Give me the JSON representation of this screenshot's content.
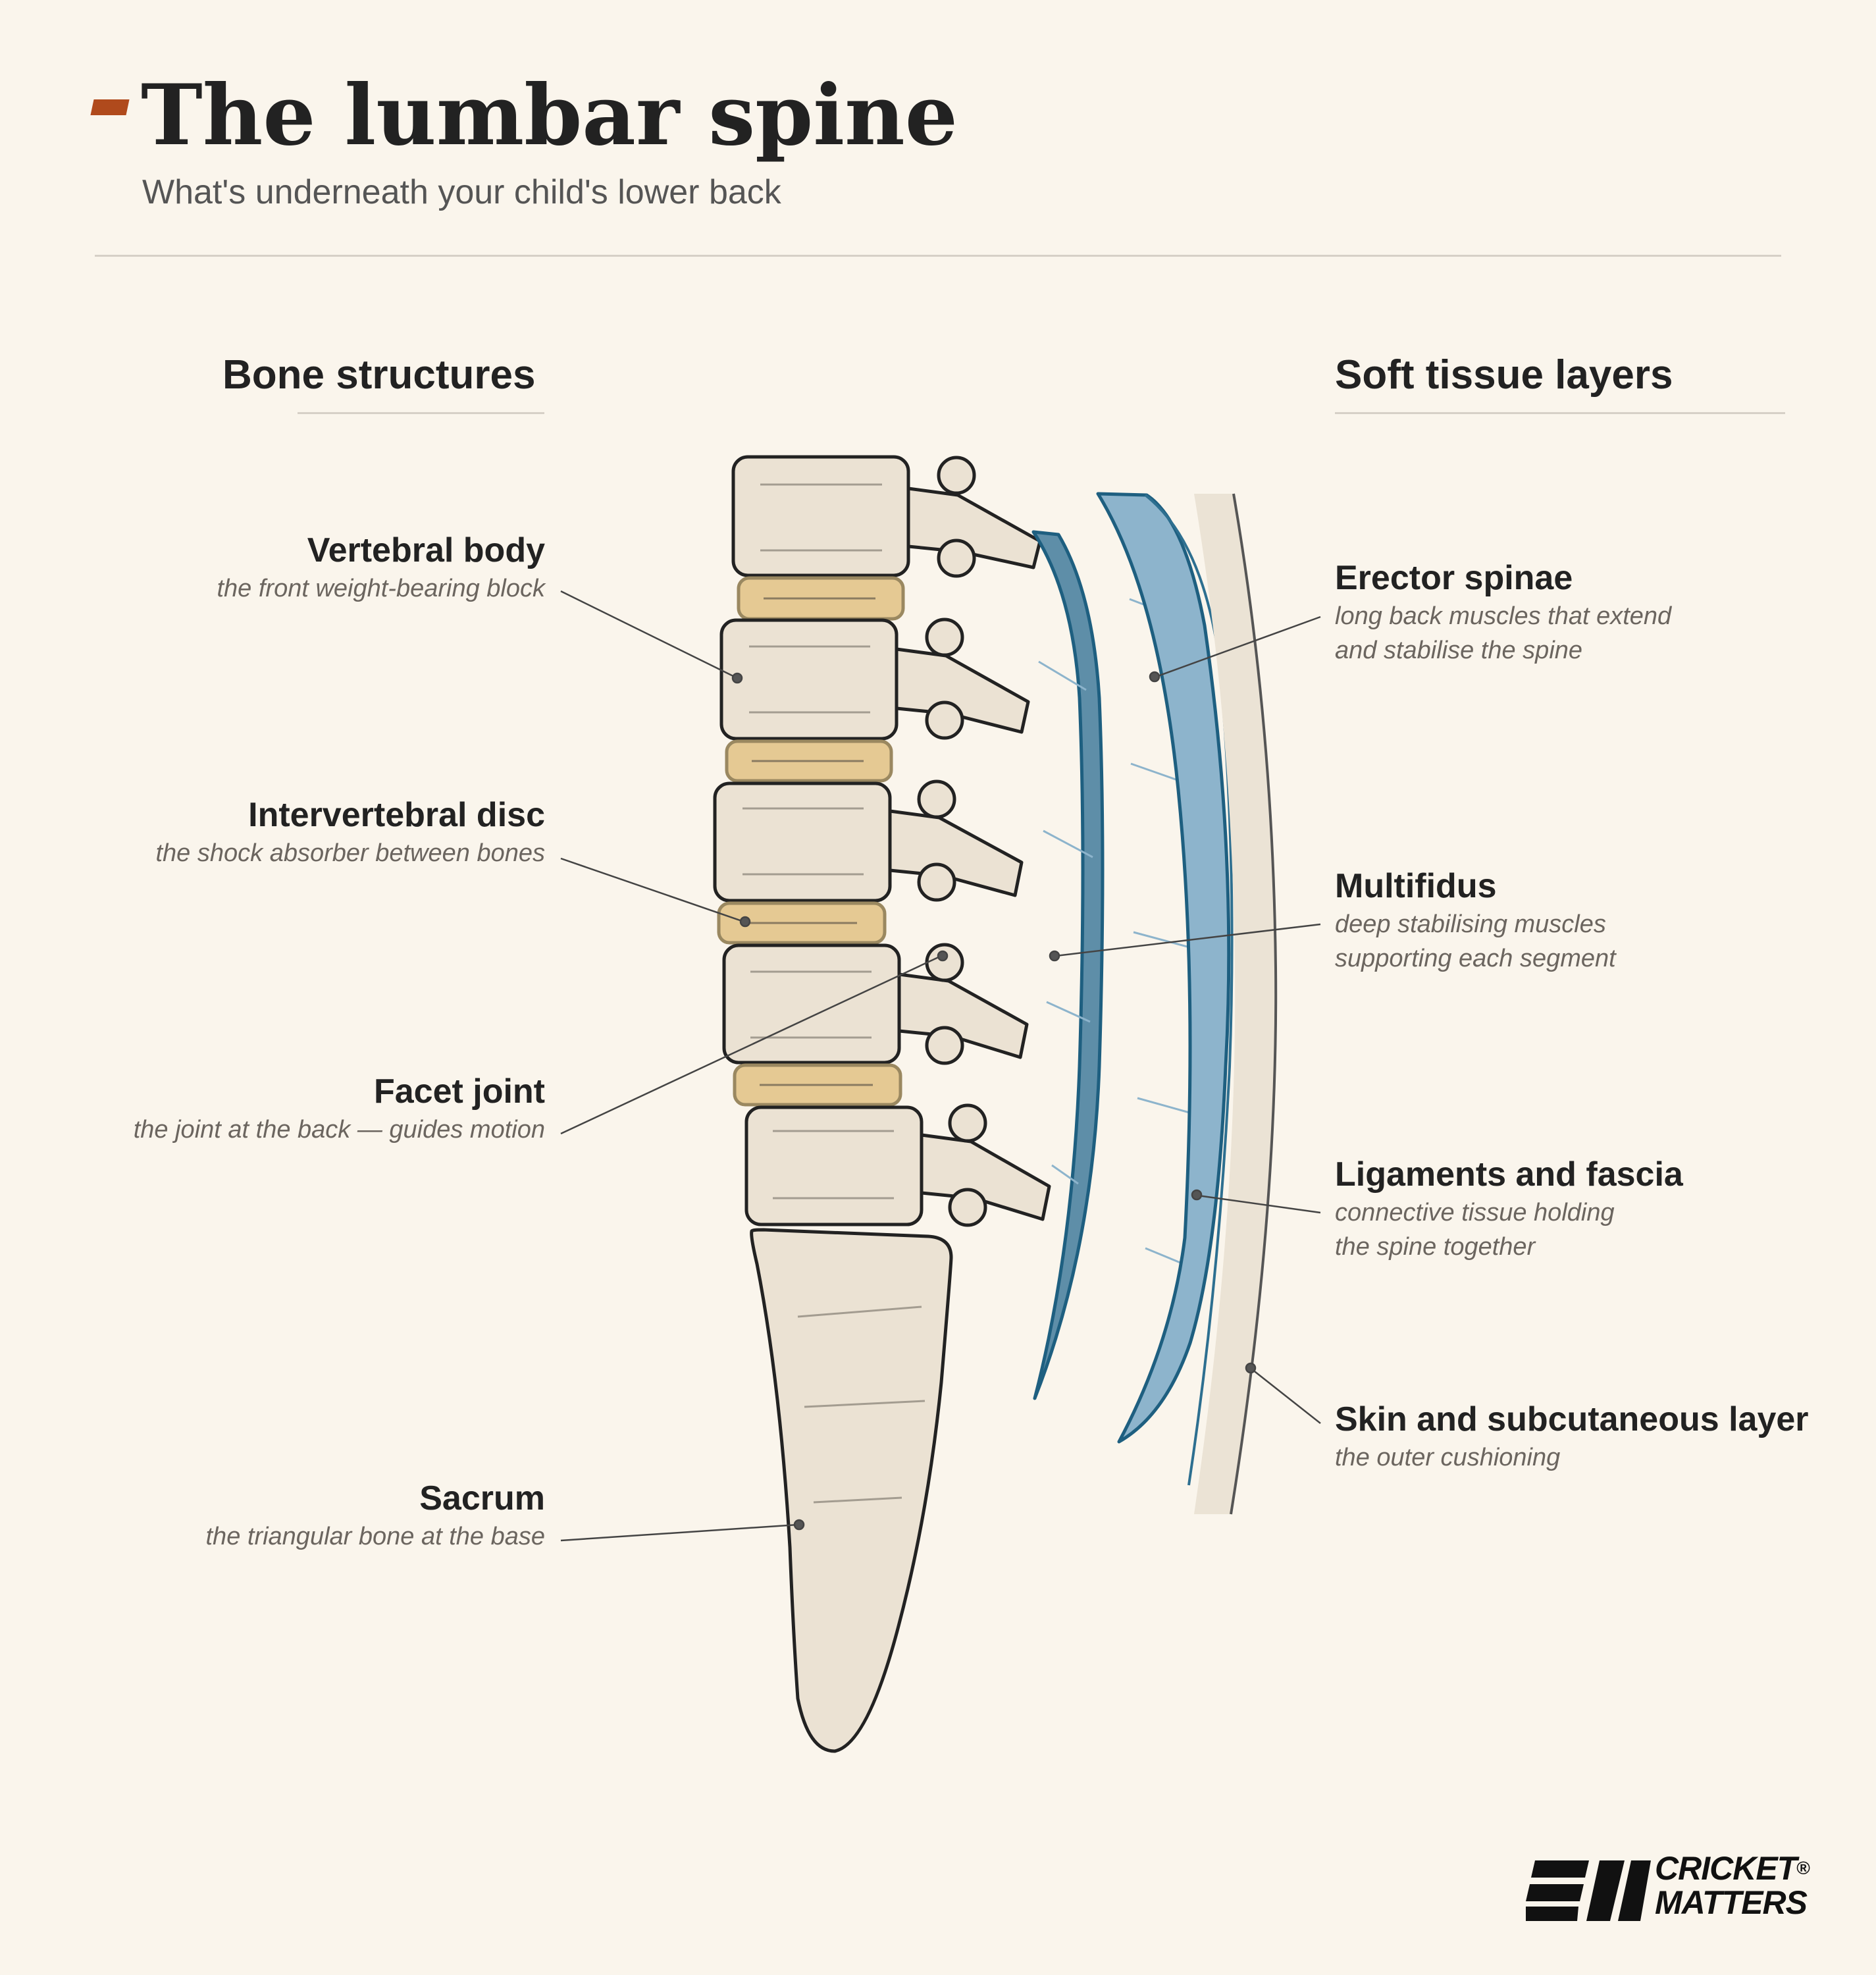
{
  "header": {
    "title": "The lumbar spine",
    "subtitle": "What's underneath your child's lower back"
  },
  "sections": {
    "bone": "Bone structures",
    "soft": "Soft tissue layers"
  },
  "bone_labels": [
    {
      "name": "Vertebral body",
      "desc": "the front weight-bearing block"
    },
    {
      "name": "Intervertebral disc",
      "desc": "the shock absorber between bones"
    },
    {
      "name": "Facet joint",
      "desc": "the joint at the back — guides motion"
    },
    {
      "name": "Sacrum",
      "desc": "the triangular bone at the base"
    }
  ],
  "soft_labels": [
    {
      "name": "Erector spinae",
      "desc1": "long back muscles that extend",
      "desc2": "and stabilise the spine"
    },
    {
      "name": "Multifidus",
      "desc1": "deep stabilising muscles",
      "desc2": "supporting each segment"
    },
    {
      "name": "Ligaments and fascia",
      "desc1": "connective tissue holding",
      "desc2": "the spine together"
    },
    {
      "name": "Skin and subcutaneous layer",
      "desc1": "the outer cushioning"
    }
  ],
  "logo": {
    "line1": "CRICKET",
    "line2": "MATTERS",
    "reg": "®"
  },
  "colors": {
    "background": "#faf5ec",
    "accent": "#b04a1c",
    "bone": "#ebe2d3",
    "disc": "#e5c993",
    "muscle_dark": "#1e5f80",
    "muscle_light": "#8db4cc",
    "skin": "#ebe3d5"
  }
}
